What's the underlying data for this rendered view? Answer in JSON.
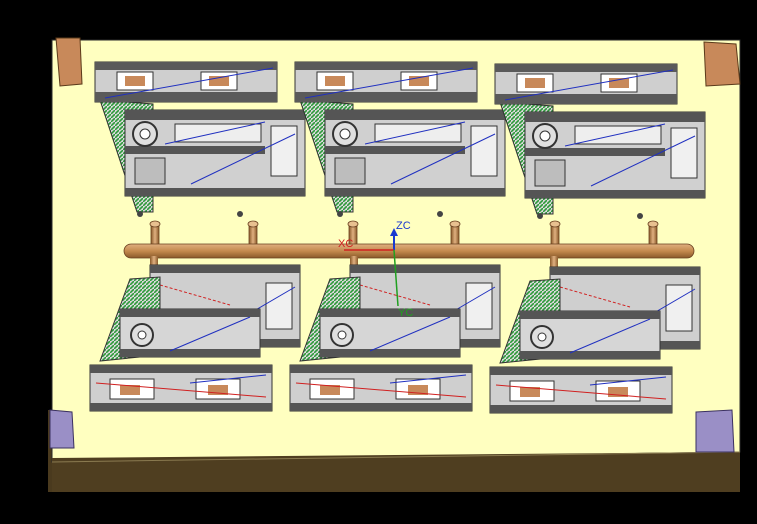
{
  "view": {
    "background": "#000000",
    "plate_color": "#ffffc0",
    "plate_edge_color": "#4a3a1e",
    "corner_block_color": "#c8895a",
    "corner_block_purple": "#9a8fc6",
    "runner_color": "#c48a4e",
    "part_gray": "#c8c8c8",
    "part_dark": "#4a4a4a",
    "part_green": "#2d9a3a",
    "line_blue": "#2030c0",
    "line_red": "#d02020"
  },
  "axes": {
    "zc_label": "ZC",
    "xc_label": "XC",
    "yc_label": "YC",
    "zc_color": "#1a3ad0",
    "xc_color": "#d02020",
    "yc_color": "#20a020"
  }
}
